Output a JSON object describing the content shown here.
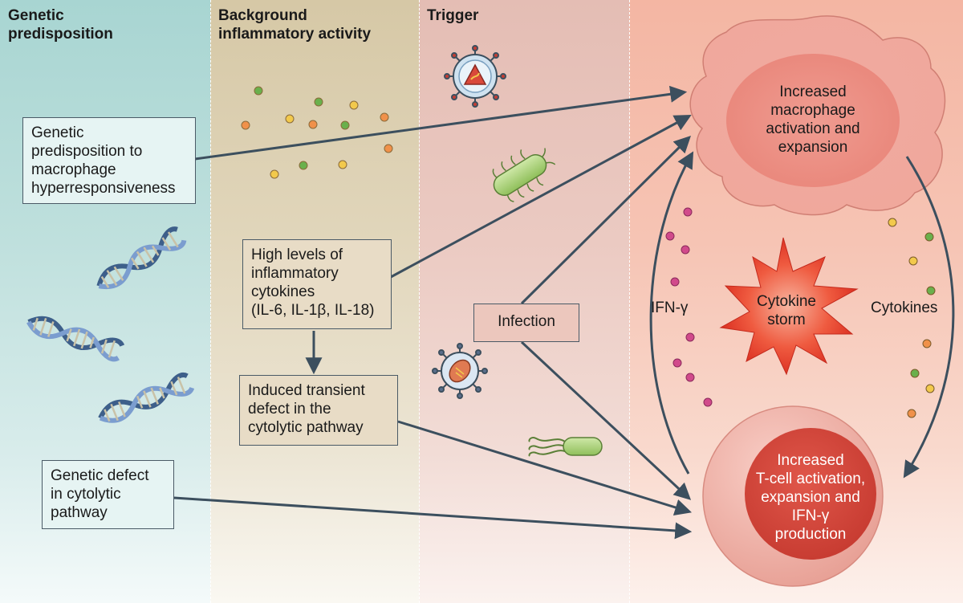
{
  "columns": {
    "genetic": "Genetic\npredisposition",
    "background": "Background\ninflammatory activity",
    "trigger": "Trigger"
  },
  "boxes": {
    "genetic_macrophage": "Genetic\npredisposition to\nmacrophage\nhyperresponsiveness",
    "genetic_defect": "Genetic defect\nin cytolytic\npathway",
    "high_cytokines": "High levels of\ninflammatory\ncytokines\n(IL-6, IL-1β, IL-18)",
    "induced_defect": "Induced transient\ndefect in the\ncytolytic pathway",
    "infection": "Infection"
  },
  "cells": {
    "macrophage": "Increased\nmacrophage\nactivation and\nexpansion",
    "tcell": "Increased\nT-cell activation,\nexpansion and\nIFN-γ\nproduction",
    "storm": "Cytokine\nstorm"
  },
  "labels": {
    "ifn": "IFN-γ",
    "cytokines": "Cytokines"
  },
  "icons": [
    "dna-icon",
    "virus-icon",
    "bacterium-icon",
    "cytokine-dot-icon",
    "arrow-icon"
  ],
  "colors": {
    "genetic_column": "#a8d5d2",
    "background_column": "#d6c8a6",
    "trigger_column": "#e4bdb4",
    "outcome_column": "#f4b6a3",
    "arrow": "#3c4f5e",
    "storm": "#e23a2c",
    "dot_green": "#6ab04c",
    "dot_orange": "#f0914a",
    "dot_yellow": "#f2c94c",
    "dot_pink": "#d14a8b"
  }
}
